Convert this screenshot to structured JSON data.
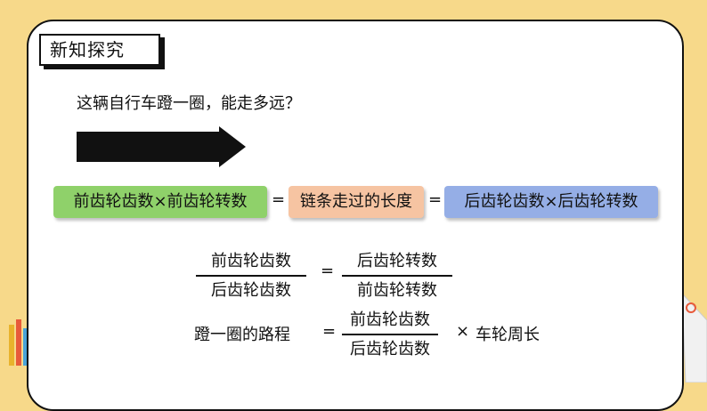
{
  "title": "新知探究",
  "question": "这辆自行车蹬一圈，能走多远？",
  "formula1": {
    "left": "前齿轮齿数×前齿轮转数",
    "eq1": "=",
    "middle": "链条走过的长度",
    "eq2": "=",
    "right": "后齿轮齿数×后齿轮转数"
  },
  "formula2": {
    "lhs_num": "前齿轮齿数",
    "lhs_den": "后齿轮齿数",
    "eq": "=",
    "rhs_num": "后齿轮转数",
    "rhs_den": "前齿轮转数"
  },
  "formula3": {
    "label": "蹬一圈的路程",
    "eq": "=",
    "num": "前齿轮齿数",
    "den": "后齿轮齿数",
    "times": "×",
    "tail": "车轮周长"
  },
  "colors": {
    "background": "#f7d98a",
    "green": "#8fd16a",
    "peach": "#f6c4a2",
    "blue": "#95aee6"
  }
}
